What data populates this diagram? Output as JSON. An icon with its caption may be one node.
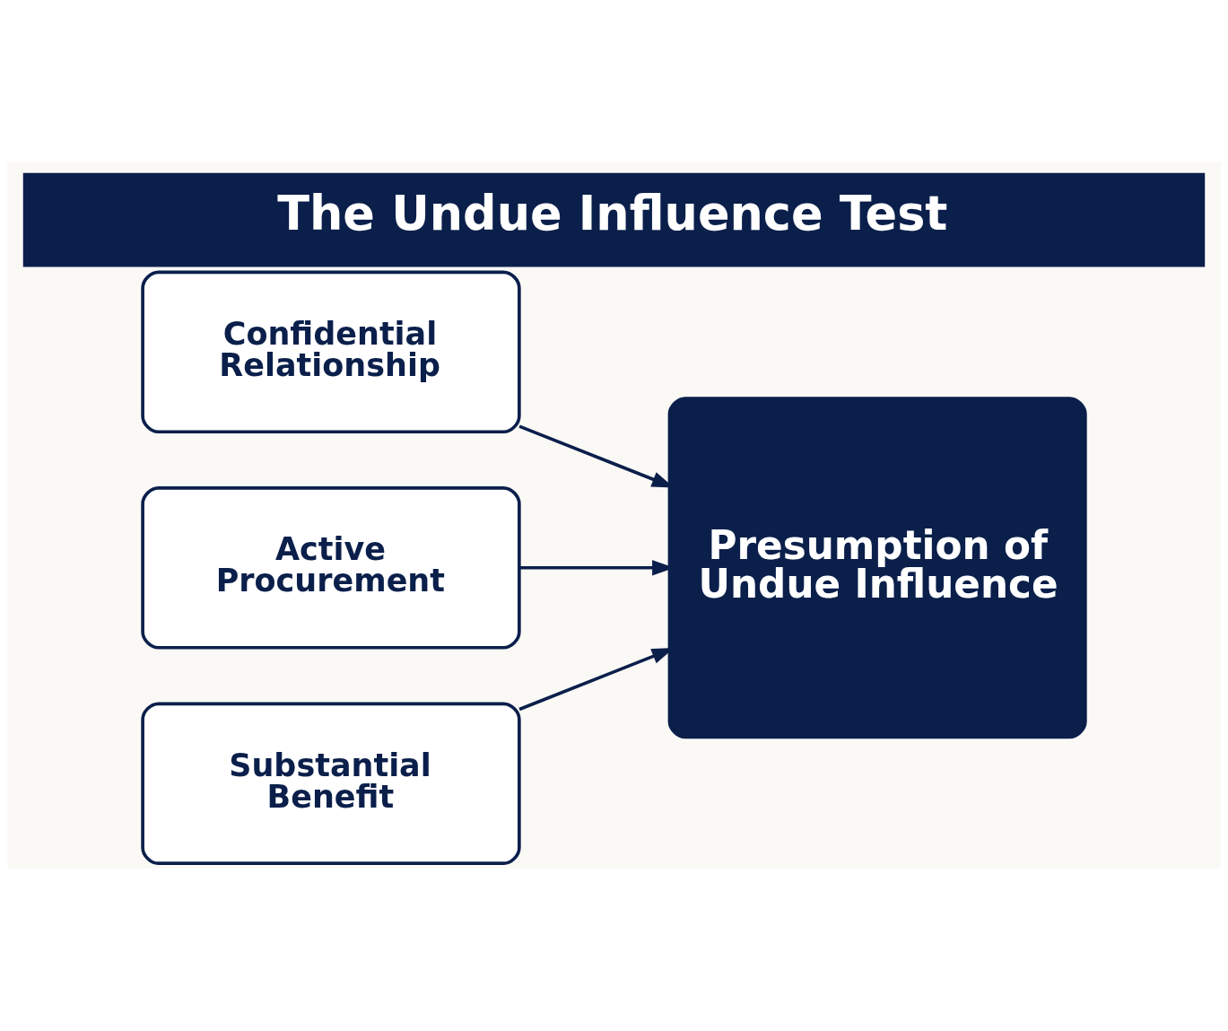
{
  "diagram": {
    "title": "The Undue Influence Test",
    "nodes": [
      {
        "text": [
          "Confidential Relationship"
        ]
      },
      {
        "text": [
          "Active Procurement"
        ]
      },
      {
        "text": [
          "Substantial Benefit"
        ]
      },
      {
        "text": [
          "Presumption of Undue Influence"
        ]
      }
    ],
    "edges": [
      {
        "from": 0,
        "to": 3,
        "arrow": "to"
      },
      {
        "from": 1,
        "to": 3,
        "arrow": "to"
      },
      {
        "from": 2,
        "to": 3,
        "arrow": "to"
      }
    ]
  }
}
